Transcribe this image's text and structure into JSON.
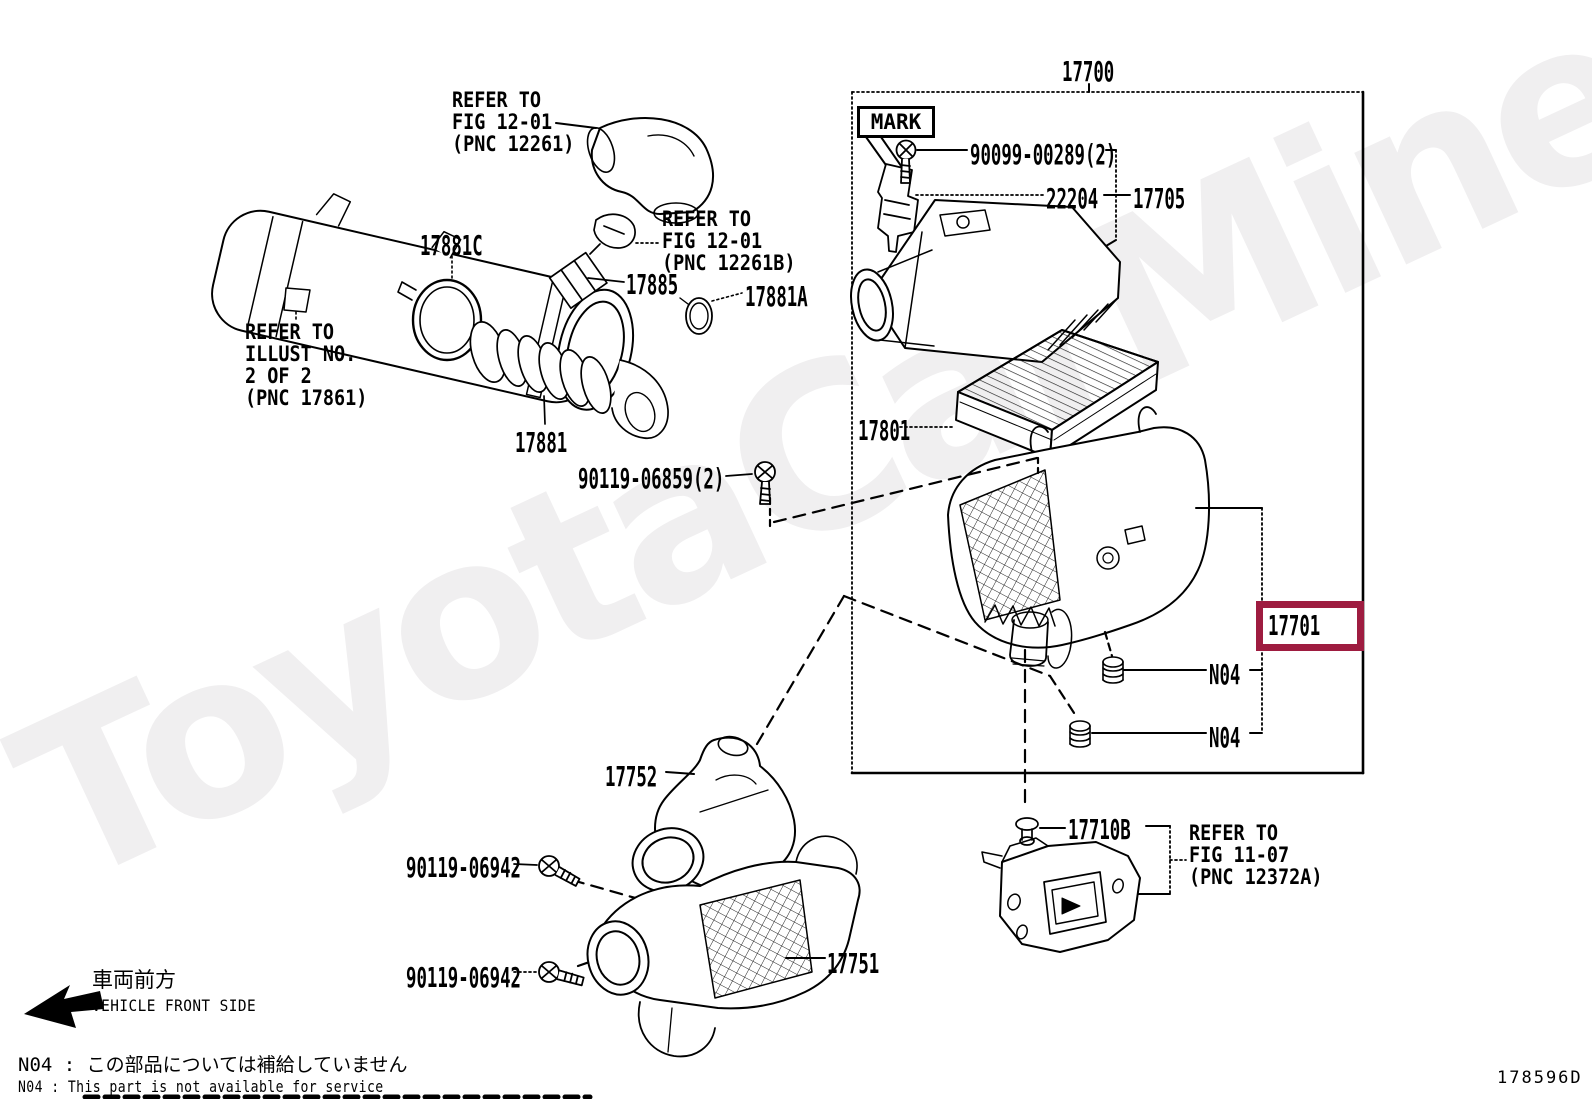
{
  "watermark": "ToyotaCarMine.ru",
  "accent_color": "#9E1C40",
  "title": {
    "part_no": "17700"
  },
  "mark_tag": "MARK",
  "parts": {
    "p90099": "90099-00289(2)",
    "p22204": "22204",
    "p17705": "17705",
    "p17801": "17801",
    "p17701": "17701",
    "n04_upper": "N04",
    "n04_lower": "N04",
    "p17710b": "17710B",
    "p17881c": "17881C",
    "p17885": "17885",
    "p17881a": "17881A",
    "p17881": "17881",
    "p90119_06859": "90119-06859(2)",
    "p17752": "17752",
    "p90119_06942_upper": "90119-06942",
    "p90119_06942_lower": "90119-06942",
    "p17751": "17751"
  },
  "references": {
    "fig_12_01": [
      "REFER TO",
      "FIG 12-01",
      "(PNC 12261)"
    ],
    "fig_12_01b": [
      "REFER TO",
      "FIG 12-01",
      "(PNC 12261B)"
    ],
    "illust": [
      "REFER TO",
      "ILLUST NO.",
      "2 OF 2",
      "(PNC 17861)"
    ],
    "fig_11_07": [
      "REFER TO",
      "FIG 11-07",
      "(PNC 12372A)"
    ]
  },
  "footer": {
    "front_jp": "車両前方",
    "front_en": "VEHICLE FRONT SIDE",
    "note_jp": "N04 : この部品については補給していません",
    "note_en": "N04 : This part is not available for service",
    "drawing_code": "178596D"
  }
}
